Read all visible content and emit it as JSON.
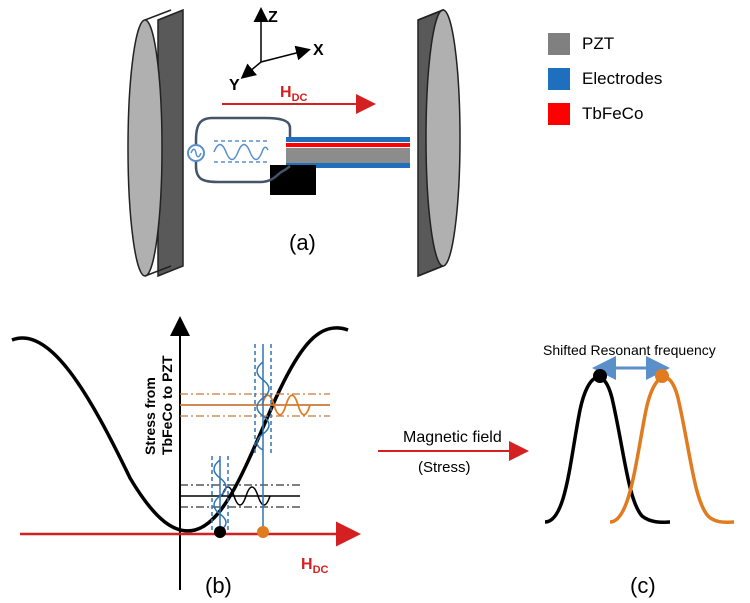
{
  "axes": {
    "z": "Z",
    "x": "X",
    "y": "Y"
  },
  "field_label": {
    "main": "H",
    "sub": "DC"
  },
  "legend": [
    {
      "label": "PZT",
      "color": "#808080"
    },
    {
      "label": "Electrodes",
      "color": "#1f6fbf"
    },
    {
      "label": "TbFeCo",
      "color": "#ff0000"
    }
  ],
  "panel_a": {
    "caption": "(a)"
  },
  "panel_b": {
    "caption": "(b)",
    "y_label_line1": "Stress from",
    "y_label_line2": "TbFeCo to PZT",
    "x_label_main": "H",
    "x_label_sub": "DC"
  },
  "middle_arrow": {
    "label_top": "Magnetic field",
    "label_bottom": "(Stress)"
  },
  "panel_c": {
    "caption": "(c)",
    "title": "Shifted Resonant frequency"
  },
  "colors": {
    "red": "#d42020",
    "blue": "#2e75b6",
    "orange": "#e07b20",
    "black": "#000000",
    "gray": "#808080"
  }
}
